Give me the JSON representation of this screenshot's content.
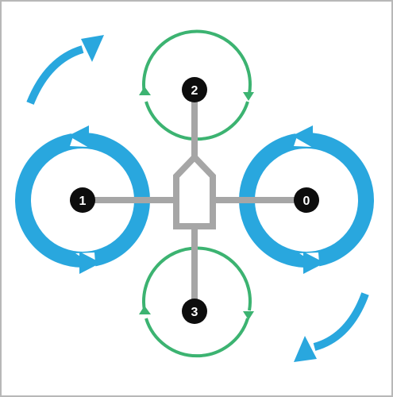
{
  "colors": {
    "border": "#b8b8b8",
    "frame": "#a6a6a6",
    "large_rotor": "#29a7de",
    "small_rotor": "#3cb371",
    "rotation_arrow": "#29a7de",
    "motor_hub": "#0d0d0d",
    "motor_label_text": "#ffffff"
  },
  "motors": [
    {
      "id": "0"
    },
    {
      "id": "1"
    },
    {
      "id": "2"
    },
    {
      "id": "3"
    }
  ],
  "rotation": {
    "top_left_arrow": "clockwise-arrow-icon",
    "bottom_right_arrow": "clockwise-arrow-icon"
  }
}
